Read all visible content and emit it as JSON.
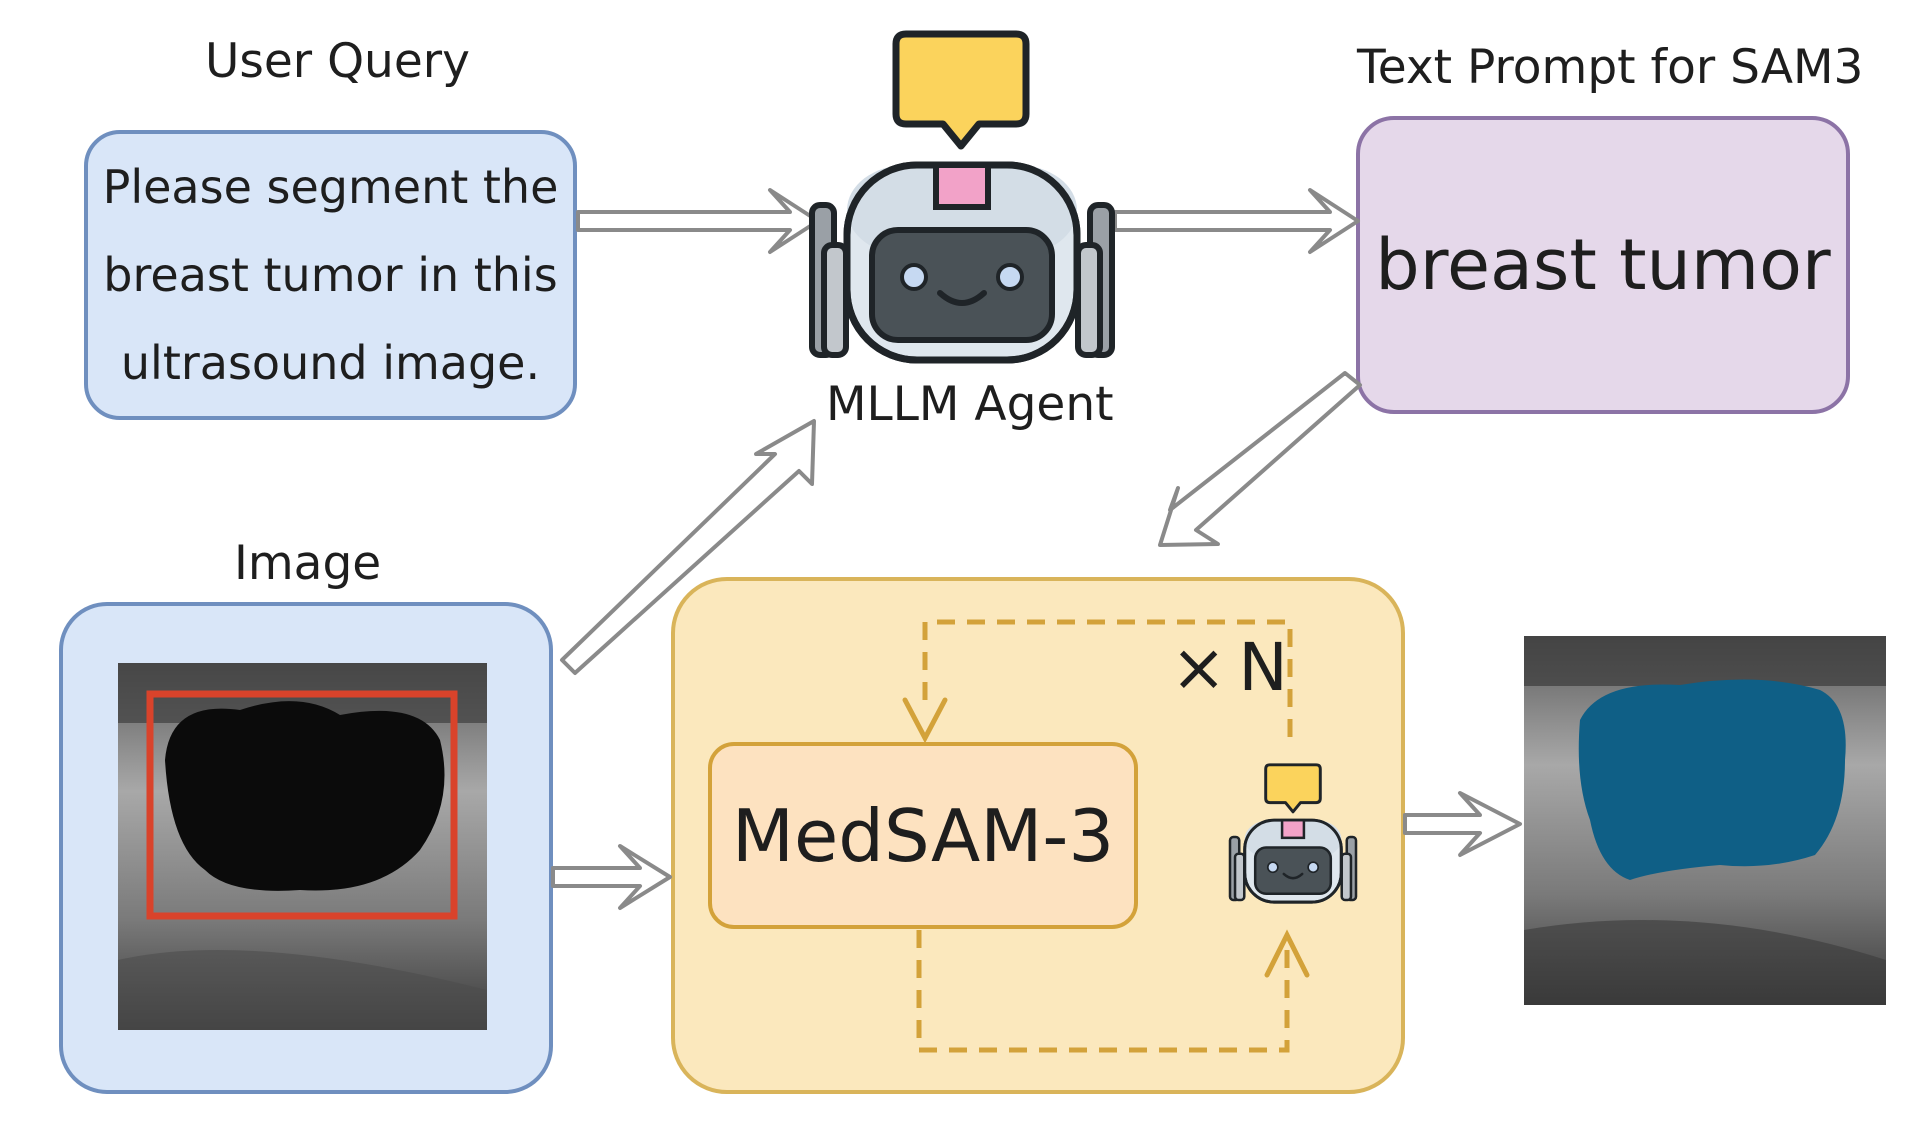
{
  "labels": {
    "user_query": "User Query",
    "text_prompt": "Text Prompt for SAM3",
    "mllm_agent": "MLLM Agent",
    "image": "Image"
  },
  "user_query_lines": [
    "Please segment the",
    "breast tumor in this",
    "ultrasound image."
  ],
  "text_prompt_value": "breast tumor",
  "medsam_label": "MedSAM-3",
  "iteration": {
    "times_symbol": "×",
    "n": "N"
  },
  "icons": {
    "agent": "robot-agent-icon",
    "agent_small": "robot-agent-small-icon",
    "speech": "speech-bubble-icon",
    "input_image": "ultrasound-image",
    "output_image": "segmented-ultrasound-image"
  },
  "colors": {
    "query_fill": "#d9e6f8",
    "query_border": "#6f8fbf",
    "prompt_fill": "#e5d8ea",
    "prompt_border": "#8c73a6",
    "panel_fill": "#fbe8bd",
    "panel_border": "#d9b45a",
    "medsam_fill": "#fde2c0",
    "dashed_loop": "#d3a23a",
    "bbox": "#d9432b",
    "mask": "#0f5f86",
    "speech_bubble": "#fbd35c",
    "robot_accent": "#f2a2c8"
  }
}
